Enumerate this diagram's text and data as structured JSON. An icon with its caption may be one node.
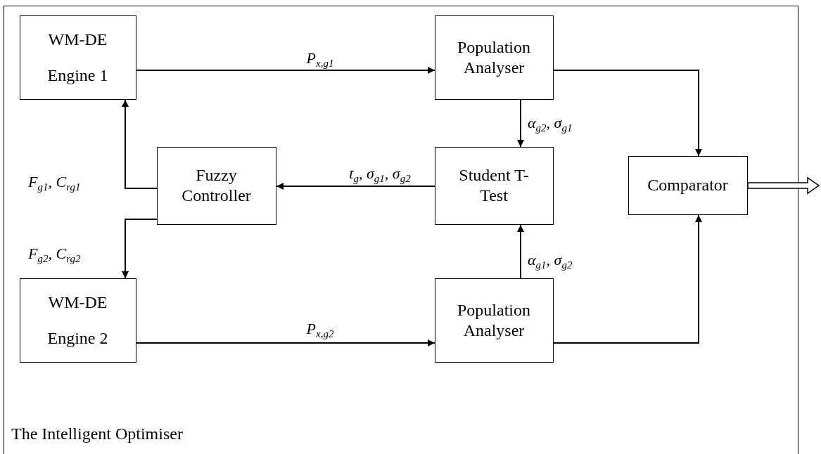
{
  "diagram": {
    "nodes": [
      {
        "text": [
          "The Intelligent Optimiser"
        ]
      },
      {
        "text": [
          "WM-DE",
          "Engine 1"
        ],
        "in": 0
      },
      {
        "text": [
          "Population Analyser"
        ],
        "in": 0
      },
      {
        "text": [
          "Fuzzy Controller"
        ],
        "in": 0
      },
      {
        "text": [
          "Student T-Test"
        ],
        "in": 0
      },
      {
        "text": [
          "Comparator"
        ],
        "in": 0
      },
      {
        "text": [
          "WM-DE",
          "Engine 2"
        ],
        "in": 0
      },
      {
        "text": [
          "Population Analyser"
        ],
        "in": 0
      }
    ],
    "edges": [
      {
        "from": 1,
        "to": 2,
        "arrow": "to",
        "label": "P$_{x,g1}$"
      },
      {
        "from": 2,
        "to": 4,
        "arrow": "to",
        "label": "α$_{g2}$, σ$_{g1}$"
      },
      {
        "from": 7,
        "to": 4,
        "arrow": "to",
        "label": "α$_{g1}$, σ$_{g2}$"
      },
      {
        "from": 4,
        "to": 3,
        "arrow": "to",
        "label": "t$_{g}$, σ$_{g1}$, σ$_{g2}$"
      },
      {
        "from": 3,
        "to": 1,
        "arrow": "to",
        "label": "F$_{g1}$, C$_{rg1}$"
      },
      {
        "from": 3,
        "to": 6,
        "arrow": "to",
        "label": "F$_{g2}$, C$_{rg2}$"
      },
      {
        "from": 6,
        "to": 7,
        "arrow": "to",
        "label": "P$_{x,g2}$"
      },
      {
        "from": 2,
        "to": 5,
        "arrow": "to"
      },
      {
        "from": 7,
        "to": 5,
        "arrow": "to"
      },
      {
        "from": 5,
        "to": null,
        "arrow": "to",
        "style": "thick"
      }
    ]
  }
}
